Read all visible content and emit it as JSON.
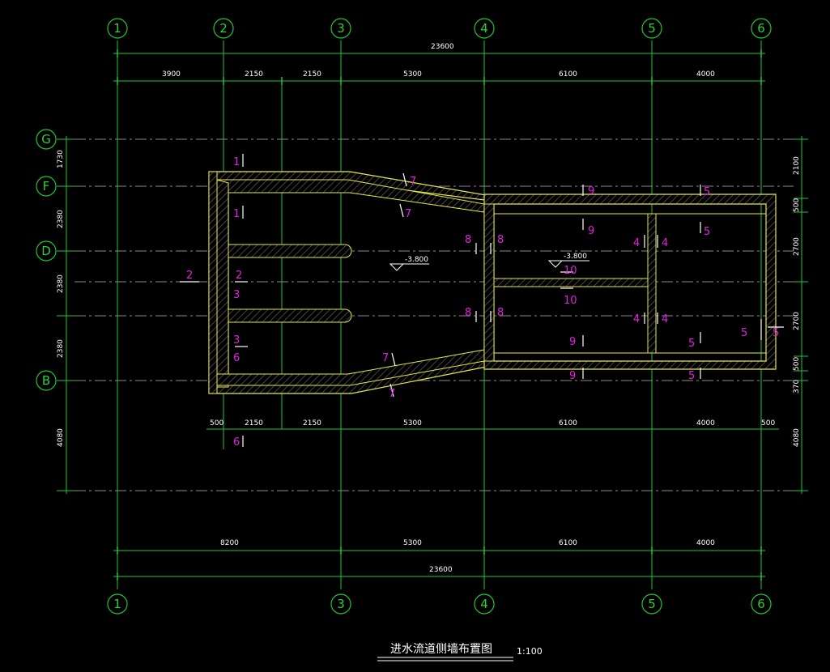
{
  "drawing": {
    "title": "进水流道侧墙布置图",
    "scale": "1:100",
    "colors": {
      "background": "#000000",
      "grid": "#22c534",
      "wall": "#e8e84a",
      "centerline": "#9a9a9a",
      "section": "#e020e0",
      "text": "#ffffff"
    },
    "col_axes": [
      "1",
      "2",
      "3",
      "4",
      "5",
      "6"
    ],
    "bottom_axes": [
      "1",
      "3",
      "4",
      "5",
      "6"
    ],
    "row_axes": [
      "G",
      "F",
      "D",
      "B"
    ],
    "dims": {
      "top_overall": "23600",
      "top_segments": [
        "3900",
        "2150",
        "2150",
        "5300",
        "6100",
        "4000"
      ],
      "inner_bottom": [
        "500",
        "2150",
        "2150",
        "5300",
        "6100",
        "4000",
        "500"
      ],
      "bottom_segments": [
        "8200",
        "5300",
        "6100",
        "4000"
      ],
      "bottom_overall": "23600",
      "left": [
        "1730",
        "2380",
        "2380",
        "2380",
        "4080"
      ],
      "right": [
        "2100",
        "500",
        "2700",
        "2700",
        "500",
        "370",
        "4080"
      ]
    },
    "elevations": [
      "-3.800",
      "-3.800"
    ],
    "sections": [
      "1",
      "1",
      "2",
      "2",
      "3",
      "3",
      "6",
      "6",
      "7",
      "7",
      "7",
      "7",
      "8",
      "8",
      "8",
      "8",
      "9",
      "9",
      "9",
      "9",
      "10",
      "10",
      "4",
      "4",
      "4",
      "4",
      "5",
      "5",
      "5",
      "5",
      "5",
      "5"
    ]
  }
}
